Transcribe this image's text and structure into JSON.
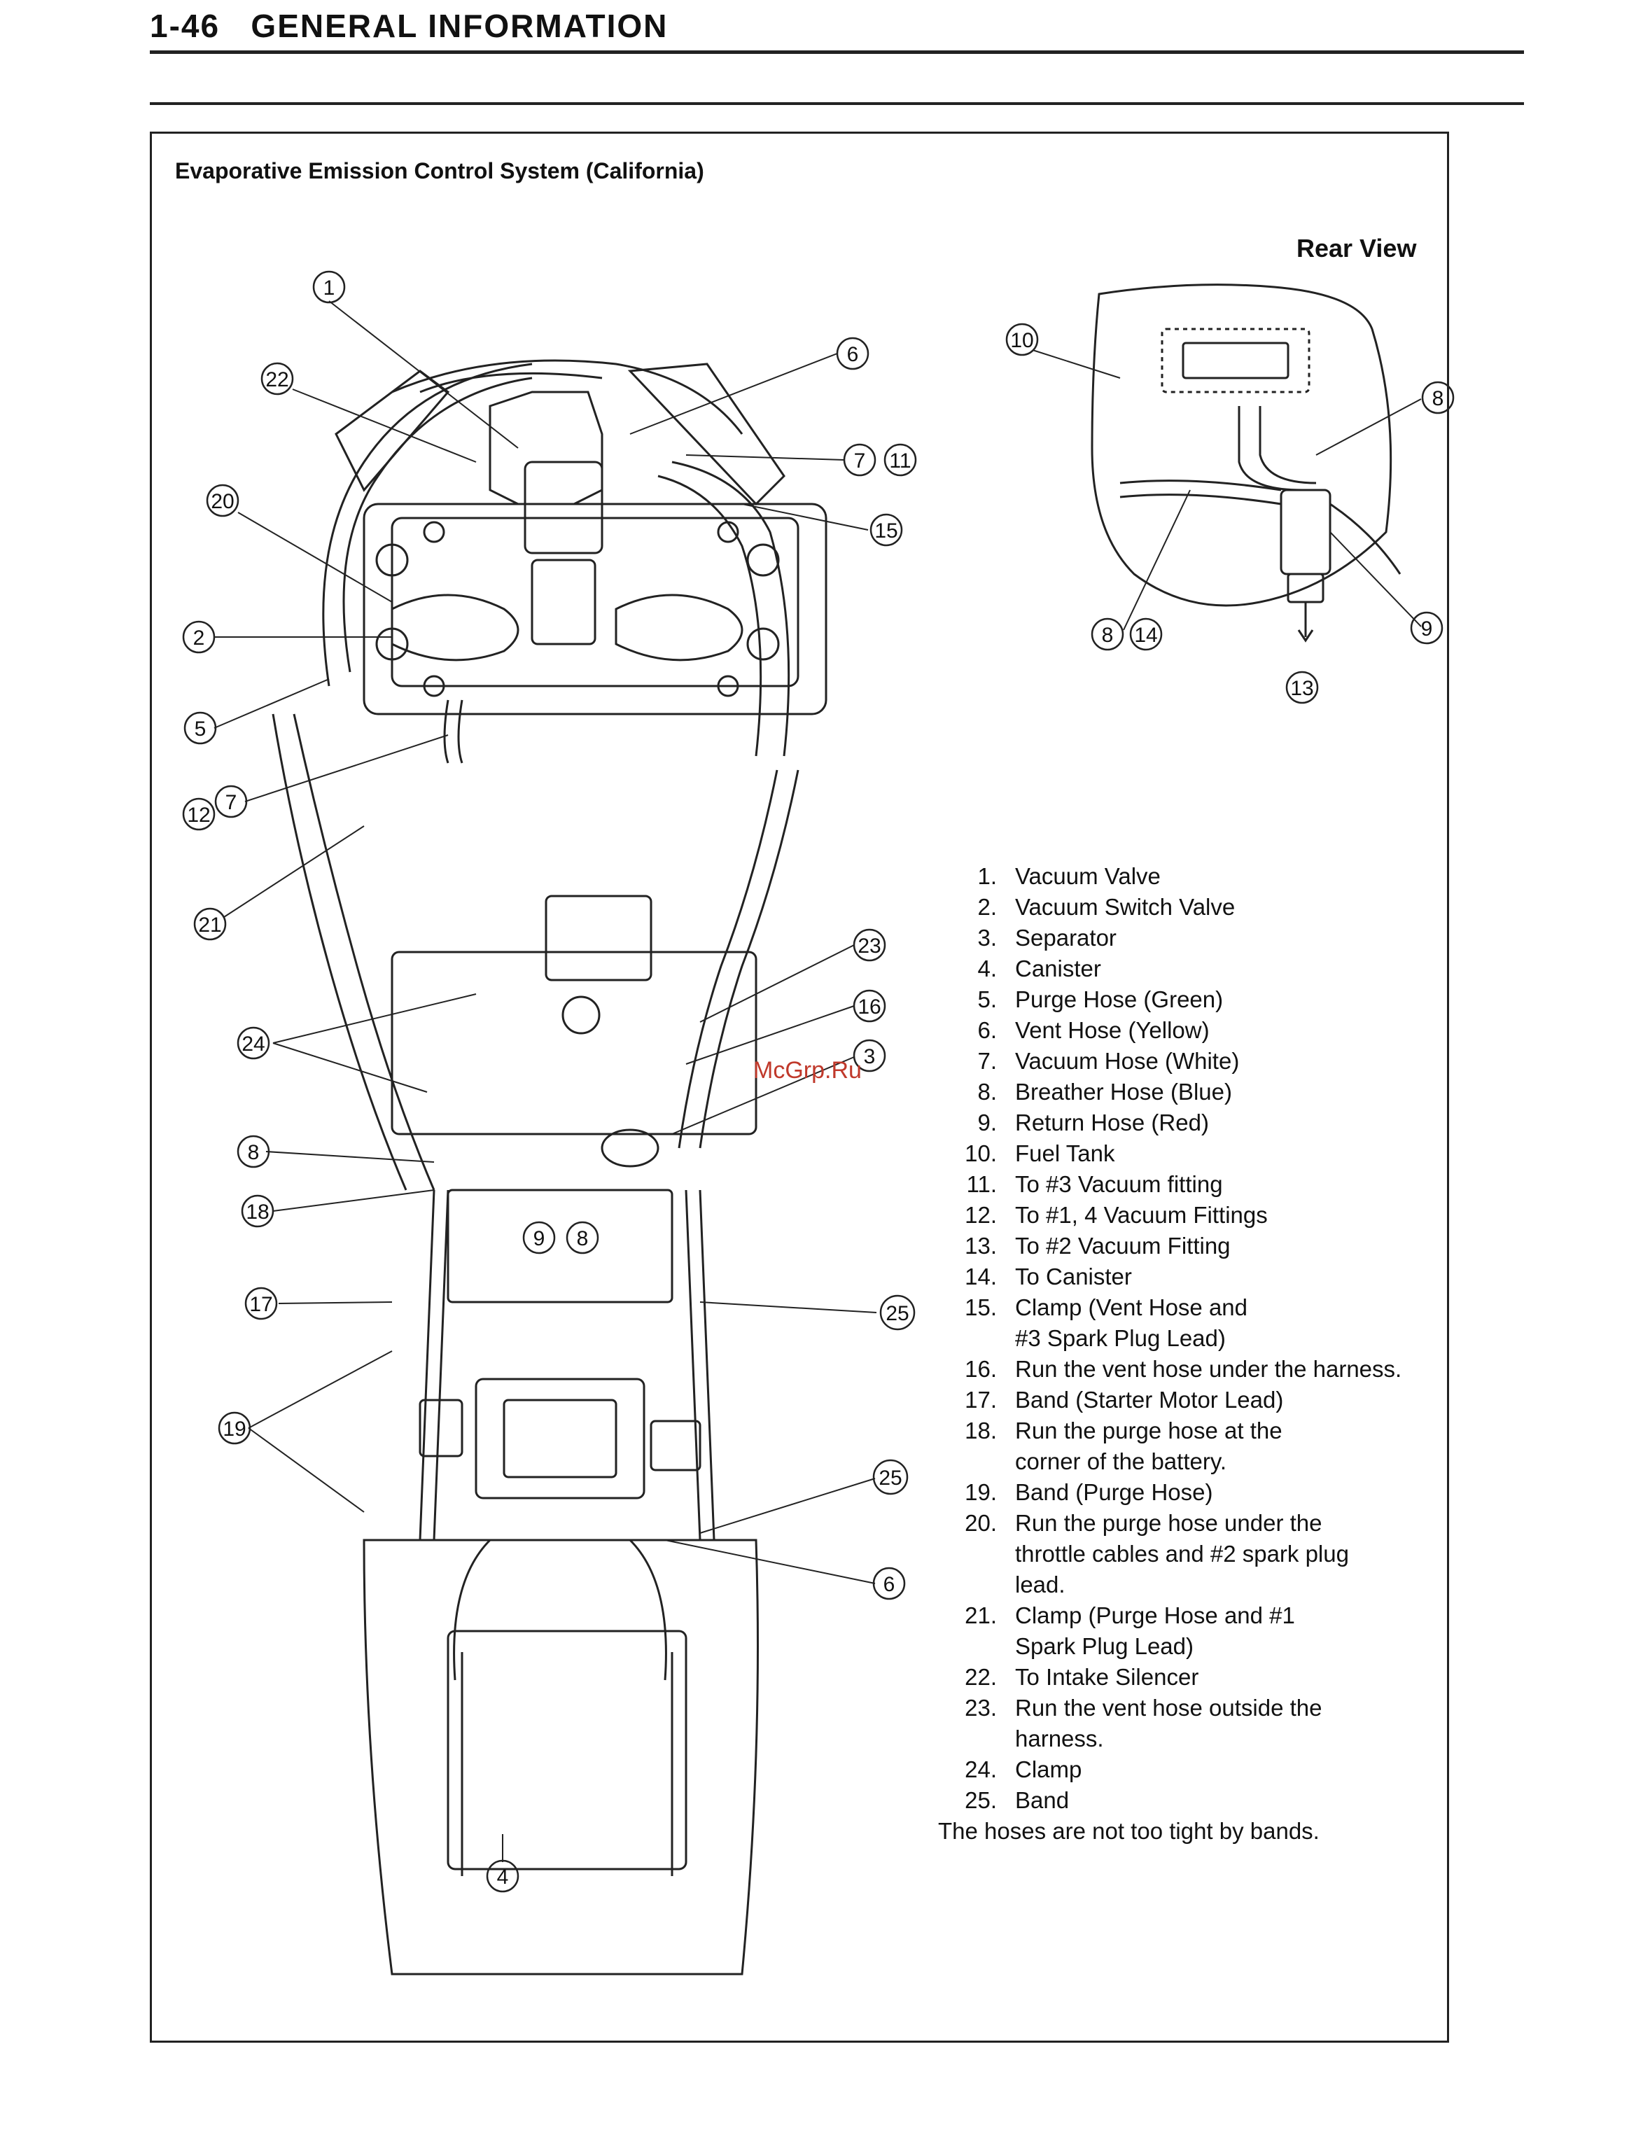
{
  "header": {
    "page_number": "1-46",
    "section_title": "GENERAL INFORMATION"
  },
  "figure": {
    "title": "Evaporative Emission Control System (California)",
    "inset_title": "Rear View"
  },
  "watermark": "McGrp.Ru",
  "legend": [
    {
      "num": "1.",
      "text": "Vacuum Valve"
    },
    {
      "num": "2.",
      "text": "Vacuum Switch Valve"
    },
    {
      "num": "3.",
      "text": "Separator"
    },
    {
      "num": "4.",
      "text": "Canister"
    },
    {
      "num": "5.",
      "text": "Purge Hose (Green)"
    },
    {
      "num": "6.",
      "text": "Vent Hose (Yellow)"
    },
    {
      "num": "7.",
      "text": "Vacuum Hose (White)"
    },
    {
      "num": "8.",
      "text": "Breather Hose (Blue)"
    },
    {
      "num": "9.",
      "text": "Return Hose (Red)"
    },
    {
      "num": "10.",
      "text": "Fuel Tank"
    },
    {
      "num": "11.",
      "text": "To #3 Vacuum fitting"
    },
    {
      "num": "12.",
      "text": "To #1, 4 Vacuum Fittings"
    },
    {
      "num": "13.",
      "text": "To #2 Vacuum Fitting"
    },
    {
      "num": "14.",
      "text": "To Canister"
    },
    {
      "num": "15.",
      "text": "Clamp (Vent Hose and",
      "cont": "#3 Spark Plug Lead)"
    },
    {
      "num": "16.",
      "text": "Run the vent hose under the harness."
    },
    {
      "num": "17.",
      "text": "Band (Starter Motor Lead)"
    },
    {
      "num": "18.",
      "text": "Run the purge hose at the",
      "cont": "corner of the battery."
    },
    {
      "num": "19.",
      "text": "Band (Purge Hose)"
    },
    {
      "num": "20.",
      "text": "Run the purge hose under the",
      "cont": "throttle cables and #2 spark plug",
      "cont2": "lead."
    },
    {
      "num": "21.",
      "text": "Clamp (Purge Hose and #1",
      "cont": "Spark Plug Lead)"
    },
    {
      "num": "22.",
      "text": "To Intake Silencer"
    },
    {
      "num": "23.",
      "text": "Run the vent hose outside the",
      "cont": "harness."
    },
    {
      "num": "24.",
      "text": "Clamp"
    },
    {
      "num": "25.",
      "text": "Band"
    }
  ],
  "note": "The hoses are not too tight by bands.",
  "callouts": [
    "1",
    "22",
    "20",
    "2",
    "5",
    "12",
    "7",
    "21",
    "24",
    "8",
    "18",
    "17",
    "19",
    "4",
    "6",
    "11",
    "15",
    "23",
    "16",
    "3",
    "9",
    "25",
    "10",
    "14",
    "13"
  ]
}
